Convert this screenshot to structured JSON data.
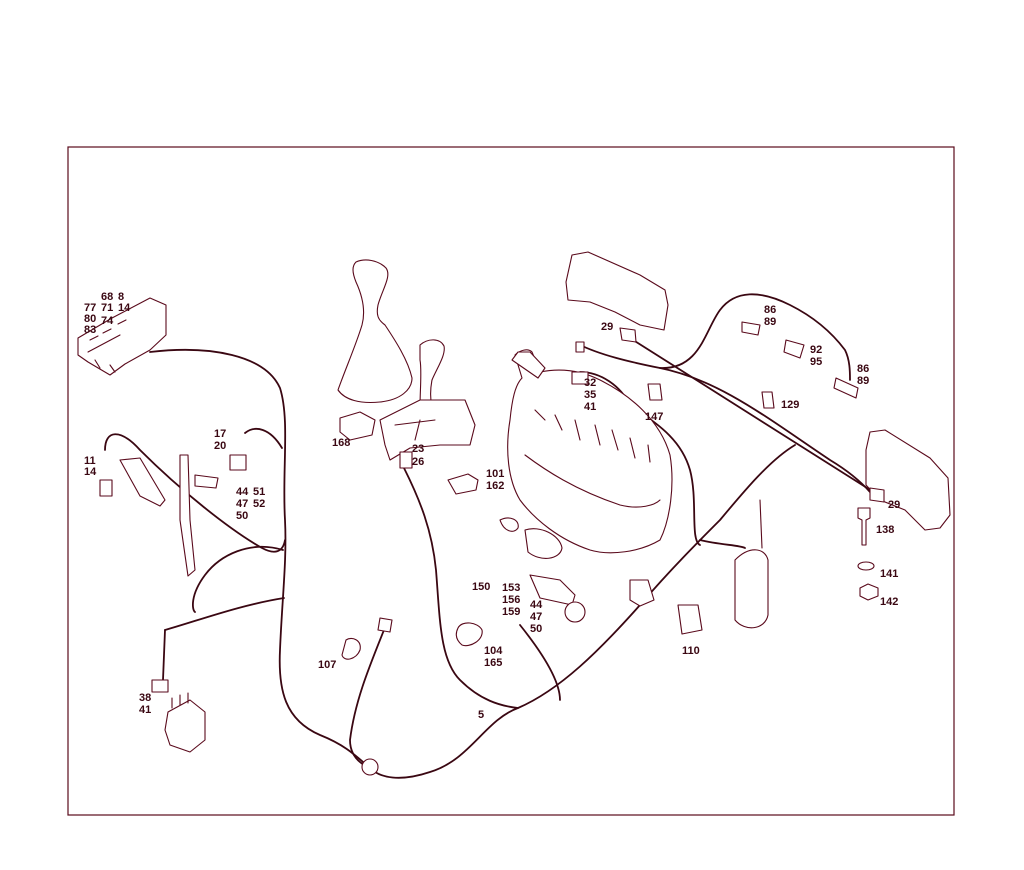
{
  "diagram": {
    "line_color": "#5a0a1c",
    "callouts": [
      {
        "id": "c-68",
        "text": "68"
      },
      {
        "id": "c-8",
        "text": "8"
      },
      {
        "id": "c-77",
        "text": "77"
      },
      {
        "id": "c-71",
        "text": "71"
      },
      {
        "id": "c-14a",
        "text": "14"
      },
      {
        "id": "c-80",
        "text": "80"
      },
      {
        "id": "c-74",
        "text": "74"
      },
      {
        "id": "c-83",
        "text": "83"
      },
      {
        "id": "c-17",
        "text": "17"
      },
      {
        "id": "c-20",
        "text": "20"
      },
      {
        "id": "c-11",
        "text": "11"
      },
      {
        "id": "c-14b",
        "text": "14"
      },
      {
        "id": "c-44a",
        "text": "44"
      },
      {
        "id": "c-51",
        "text": "51"
      },
      {
        "id": "c-47a",
        "text": "47"
      },
      {
        "id": "c-52",
        "text": "52"
      },
      {
        "id": "c-50a",
        "text": "50"
      },
      {
        "id": "c-168",
        "text": "168"
      },
      {
        "id": "c-23",
        "text": "23"
      },
      {
        "id": "c-26",
        "text": "26"
      },
      {
        "id": "c-101",
        "text": "101"
      },
      {
        "id": "c-162",
        "text": "162"
      },
      {
        "id": "c-29a",
        "text": "29"
      },
      {
        "id": "c-32",
        "text": "32"
      },
      {
        "id": "c-35",
        "text": "35"
      },
      {
        "id": "c-41a",
        "text": "41"
      },
      {
        "id": "c-147",
        "text": "147"
      },
      {
        "id": "c-86a",
        "text": "86"
      },
      {
        "id": "c-89a",
        "text": "89"
      },
      {
        "id": "c-92",
        "text": "92"
      },
      {
        "id": "c-95",
        "text": "95"
      },
      {
        "id": "c-86b",
        "text": "86"
      },
      {
        "id": "c-89b",
        "text": "89"
      },
      {
        "id": "c-129",
        "text": "129"
      },
      {
        "id": "c-29b",
        "text": "29"
      },
      {
        "id": "c-138",
        "text": "138"
      },
      {
        "id": "c-141",
        "text": "141"
      },
      {
        "id": "c-142",
        "text": "142"
      },
      {
        "id": "c-150",
        "text": "150"
      },
      {
        "id": "c-153",
        "text": "153"
      },
      {
        "id": "c-156",
        "text": "156"
      },
      {
        "id": "c-159",
        "text": "159"
      },
      {
        "id": "c-44b",
        "text": "44"
      },
      {
        "id": "c-47b",
        "text": "47"
      },
      {
        "id": "c-50b",
        "text": "50"
      },
      {
        "id": "c-104",
        "text": "104"
      },
      {
        "id": "c-165",
        "text": "165"
      },
      {
        "id": "c-110",
        "text": "110"
      },
      {
        "id": "c-107",
        "text": "107"
      },
      {
        "id": "c-38",
        "text": "38"
      },
      {
        "id": "c-41b",
        "text": "41"
      },
      {
        "id": "c-5",
        "text": "5"
      }
    ]
  }
}
